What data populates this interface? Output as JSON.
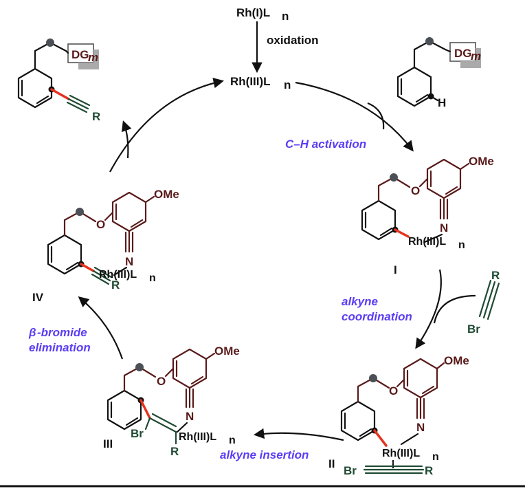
{
  "catalyst": {
    "precursor": "Rh(I)L",
    "precursor_sub": "n",
    "active": "Rh(III)L",
    "active_sub": "n",
    "step_label": "oxidation"
  },
  "substrate": {
    "dg_label": "DG",
    "dg_sub": "m",
    "h_label": "H"
  },
  "product": {
    "dg_label": "DG",
    "dg_sub": "m",
    "r_label": "R"
  },
  "alkyne": {
    "r_label": "R",
    "br_label": "Br"
  },
  "steps": {
    "ch_activation": "C–H activation",
    "alkyne_coordination_1": "alkyne",
    "alkyne_coordination_2": "coordination",
    "alkyne_insertion": "alkyne insertion",
    "beta_prefix": "β",
    "beta_rest": "-bromide",
    "elimination": "elimination"
  },
  "intermediates": {
    "I": {
      "label": "I",
      "ome": "OMe",
      "o": "O",
      "n": "N",
      "rh": "Rh(III)L",
      "rh_sub": "n"
    },
    "II": {
      "label": "II",
      "ome": "OMe",
      "o": "O",
      "n": "N",
      "rh": "Rh(III)L",
      "rh_sub": "n",
      "br": "Br",
      "r": "R"
    },
    "III": {
      "label": "III",
      "ome": "OMe",
      "o": "O",
      "n": "N",
      "rh": "Rh(III)L",
      "rh_sub": "n",
      "br": "Br",
      "r": "R"
    },
    "IV": {
      "label": "IV",
      "ome": "OMe",
      "o": "O",
      "n": "N",
      "rh": "Rh(III)L",
      "rh_sub": "n",
      "r": "R"
    }
  },
  "colors": {
    "bond_black": "#111111",
    "template_maroon": "#5a1a1a",
    "alkyne_green": "#1f4a33",
    "new_bond_red": "#e6321e",
    "step_label_blue": "#5b3df5",
    "dot_gray": "#4a5056"
  }
}
